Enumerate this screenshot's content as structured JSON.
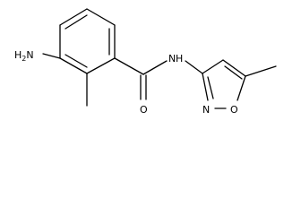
{
  "molecule": {
    "atoms": {
      "amine_n": "H2N",
      "amide_o": "O",
      "amide_nh": "N",
      "amide_h": "H",
      "ring_n": "N",
      "ring_o": "O"
    }
  },
  "colors": {
    "bond": "#000000",
    "label": "#000000",
    "background": "#ffffff"
  }
}
